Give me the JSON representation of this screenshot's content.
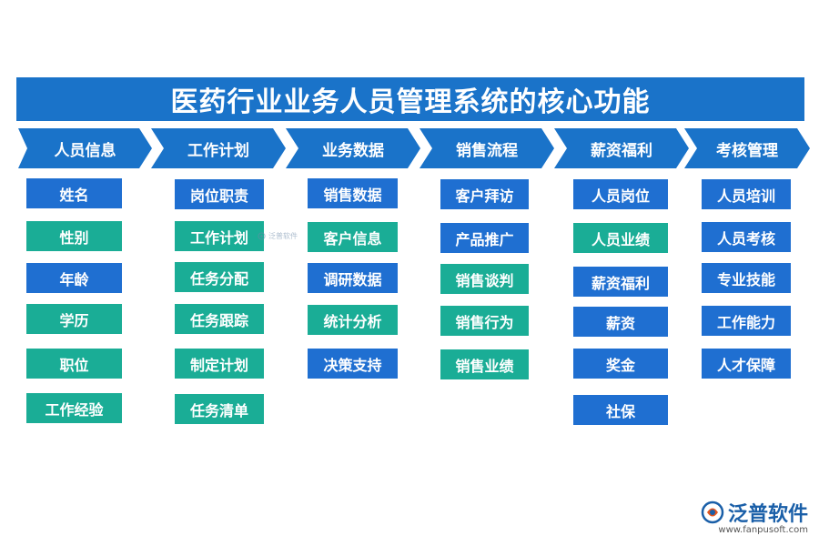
{
  "title": "医药行业业务人员管理系统的核心功能",
  "colors": {
    "primary": "#1a73c9",
    "box_blue": "#1f6fd1",
    "box_teal": "#1aad96"
  },
  "columns": [
    {
      "header": "人员信息",
      "items": [
        "姓名",
        "性别",
        "年龄",
        "学历",
        "职位",
        "工作经验"
      ]
    },
    {
      "header": "工作计划",
      "items": [
        "岗位职责",
        "工作计划",
        "任务分配",
        "任务跟踪",
        "制定计划",
        "任务清单"
      ]
    },
    {
      "header": "业务数据",
      "items": [
        "销售数据",
        "客户信息",
        "调研数据",
        "统计分析",
        "决策支持"
      ]
    },
    {
      "header": "销售流程",
      "items": [
        "客户拜访",
        "产品推广",
        "销售谈判",
        "销售行为",
        "销售业绩"
      ]
    },
    {
      "header": "薪资福利",
      "items": [
        "人员岗位",
        "人员业绩",
        "薪资福利",
        "薪资",
        "奖金",
        "社保"
      ]
    },
    {
      "header": "考核管理",
      "items": [
        "人员培训",
        "人员考核",
        "专业技能",
        "工作能力",
        "人才保障"
      ]
    }
  ],
  "watermark": {
    "text": "泛普软件",
    "icon": "fanpu-logo-icon"
  },
  "logo": {
    "name": "泛普软件",
    "url": "www.fanpusoft.com",
    "icon": "fanpu-logo-icon"
  }
}
